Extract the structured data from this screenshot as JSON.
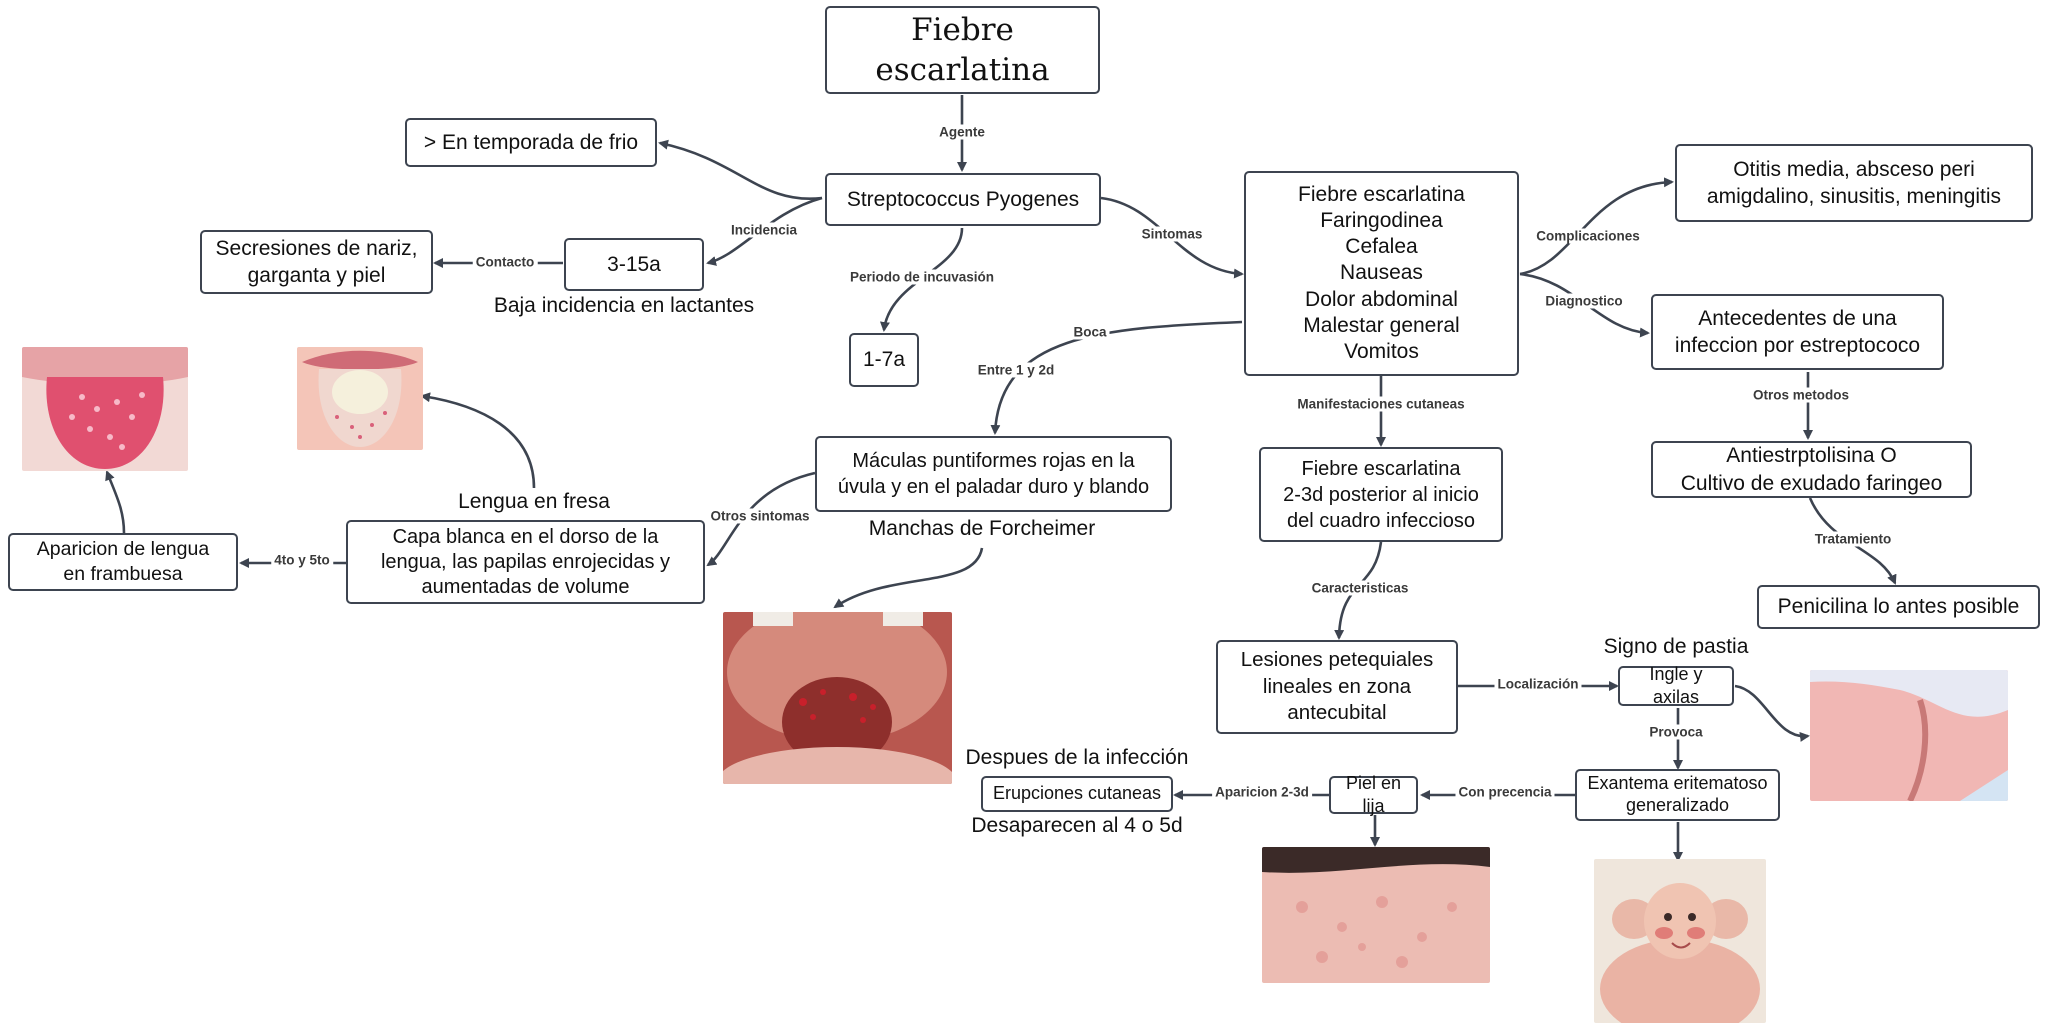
{
  "nodes": {
    "title": "Fiebre escarlatina",
    "agent": "Streptococcus Pyogenes",
    "cold_season": "> En temporada de frio",
    "age_range": "3-15a",
    "secretions": "Secresiones de nariz,\ngarganta y piel",
    "incubation": "1-7a",
    "symptoms": "Fiebre escarlatina\nFaringodinea\nCefalea\nNauseas\nDolor abdominal\nMalestar general\nVomitos",
    "complications": "Otitis media, absceso peri\namigdalino, sinusitis, meningitis",
    "history": "Antecedentes de una\ninfeccion por estreptococo",
    "tests": "Antiestrptolisina O\nCultivo de exudado faringeo",
    "treatment": "Penicilina lo antes posible",
    "macules": "Máculas puntiformes rojas en la\núvula y en el paladar duro y blando",
    "white_tongue": "Capa blanca en el dorso de la\nlengua, las papilas enrojecidas y\naumentadas de volume",
    "raspberry": "Aparicion de lengua\nen frambuesa",
    "skin_onset": "Fiebre escarlatina\n2-3d posterior al inicio\ndel cuadro infeccioso",
    "lesions": "Lesiones petequiales\nlineales en zona\nantecubital",
    "groin": "Ingle y axilas",
    "exanthem": "Exantema eritematoso\ngeneralizado",
    "sandpaper": "Piel en lija",
    "eruptions": "Erupciones cutaneas"
  },
  "free_text": {
    "low_infants": "Baja incidencia en lactantes",
    "strawberry": "Lengua en fresa",
    "forcheimer": "Manchas de Forcheimer",
    "pastia": "Signo de pastia",
    "after": "Despues de la infección",
    "disappear": "Desaparecen al 4 o 5d"
  },
  "edge_labels": {
    "agente": "Agente",
    "incidencia": "Incidencia",
    "contacto": "Contacto",
    "incubacion": "Periodo de incuvasión",
    "sintomas": "Sintomas",
    "complicaciones": "Complicaciones",
    "diagnostico": "Diagnostico",
    "otros_metodos": "Otros metodos",
    "tratamiento": "Tratamiento",
    "boca": "Boca",
    "entre": "Entre 1 y 2d",
    "otros_sintomas": "Otros sintomas",
    "cuarto": "4to y 5to",
    "manifestaciones": "Manifestaciones cutaneas",
    "caracteristicas": "Caracteristicas",
    "localizacion": "Localización",
    "provoca": "Provoca",
    "con_precencia": "Con precencia",
    "aparicion": "Aparicion 2-3d"
  },
  "colors": {
    "stroke": "#3d4450",
    "text": "#111111",
    "label": "#3a3a3a"
  }
}
